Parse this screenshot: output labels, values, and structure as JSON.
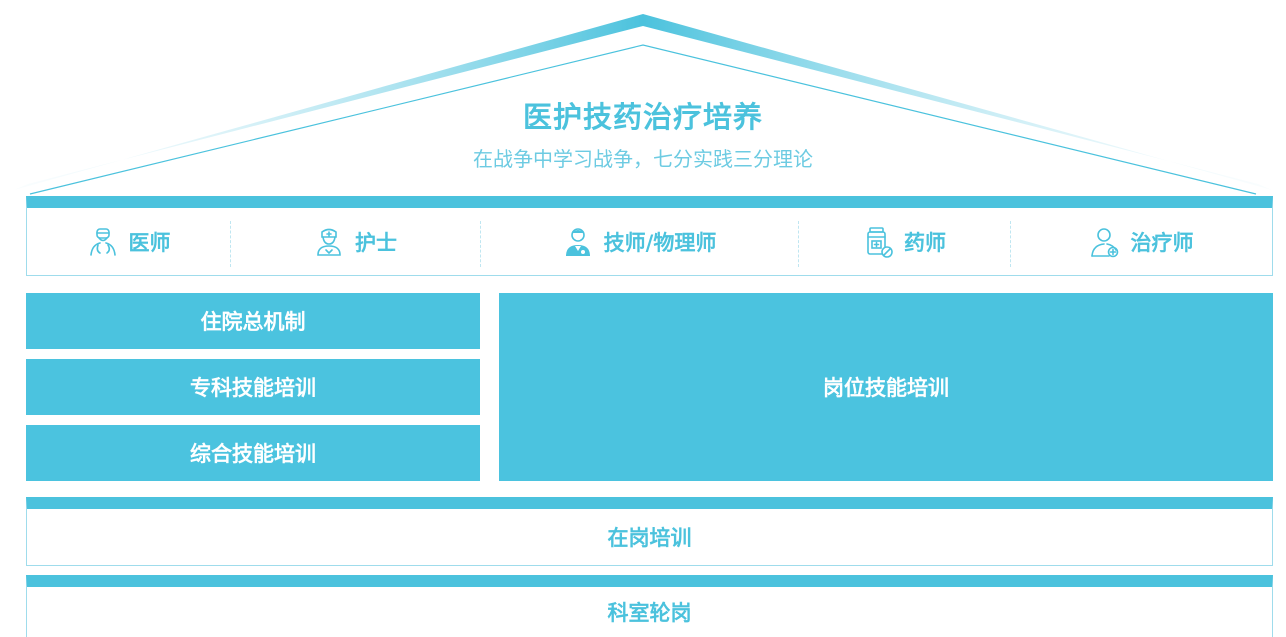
{
  "roof": {
    "title": "医护技药治疗培养",
    "subtitle": "在战争中学习战争，七分实践三分理论"
  },
  "roles": [
    {
      "label": "医师",
      "icon": "doctor-icon"
    },
    {
      "label": "护士",
      "icon": "nurse-icon"
    },
    {
      "label": "技师/物理师",
      "icon": "technician-icon"
    },
    {
      "label": "药师",
      "icon": "pharmacist-icon"
    },
    {
      "label": "治疗师",
      "icon": "therapist-icon"
    }
  ],
  "left_blocks": [
    "住院总机制",
    "专科技能培训",
    "综合技能培训"
  ],
  "right_block": "岗位技能培训",
  "bands": [
    "在岗培训",
    "科室轮岗"
  ],
  "colors": {
    "accent": "#4bc2dd",
    "border": "#9fdcec",
    "block_text": "#ffffff"
  }
}
